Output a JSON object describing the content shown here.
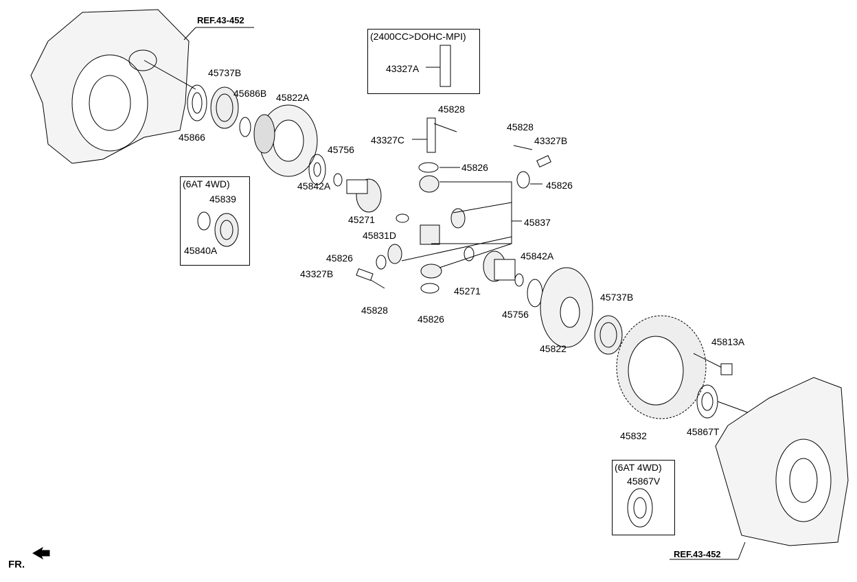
{
  "references": {
    "top": "REF.43-452",
    "bottom": "REF.43-452"
  },
  "boxes": {
    "engine_variant": {
      "title": "(2400CC>DOHC-MPI)",
      "parts": [
        "43327A"
      ]
    },
    "awd_left": {
      "title": "(6AT 4WD)",
      "parts": [
        "45839",
        "45840A"
      ]
    },
    "awd_right": {
      "title": "(6AT 4WD)",
      "parts": [
        "45867V"
      ]
    }
  },
  "parts": [
    "45737B",
    "45686B",
    "45822A",
    "45866",
    "45828",
    "43327C",
    "45828",
    "43327B",
    "45756",
    "45826",
    "45826",
    "45842A",
    "45271",
    "45837",
    "45831D",
    "45826",
    "43327B",
    "45842A",
    "45271",
    "45756",
    "45828",
    "45826",
    "45737B",
    "45822",
    "45813A",
    "45832",
    "45867T"
  ],
  "direction_indicator": {
    "label": "FR.",
    "icon": "arrow-front-icon"
  }
}
